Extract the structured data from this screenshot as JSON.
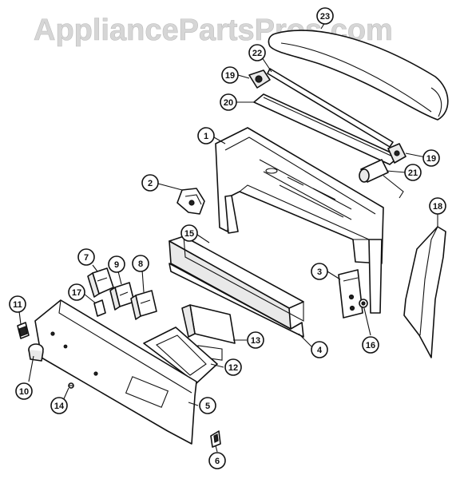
{
  "watermark": "AppliancePartsPros.com",
  "callouts": [
    {
      "id": "c23",
      "label": "23"
    },
    {
      "id": "c22",
      "label": "22"
    },
    {
      "id": "c19a",
      "label": "19"
    },
    {
      "id": "c20",
      "label": "20"
    },
    {
      "id": "c1",
      "label": "1"
    },
    {
      "id": "c19b",
      "label": "19"
    },
    {
      "id": "c21",
      "label": "21"
    },
    {
      "id": "c2",
      "label": "2"
    },
    {
      "id": "c18",
      "label": "18"
    },
    {
      "id": "c15",
      "label": "15"
    },
    {
      "id": "c7",
      "label": "7"
    },
    {
      "id": "c9",
      "label": "9"
    },
    {
      "id": "c8",
      "label": "8"
    },
    {
      "id": "c3",
      "label": "3"
    },
    {
      "id": "c17",
      "label": "17"
    },
    {
      "id": "c11",
      "label": "11"
    },
    {
      "id": "c13",
      "label": "13"
    },
    {
      "id": "c16",
      "label": "16"
    },
    {
      "id": "c4",
      "label": "4"
    },
    {
      "id": "c12",
      "label": "12"
    },
    {
      "id": "c10",
      "label": "10"
    },
    {
      "id": "c14",
      "label": "14"
    },
    {
      "id": "c5",
      "label": "5"
    },
    {
      "id": "c6",
      "label": "6"
    }
  ]
}
